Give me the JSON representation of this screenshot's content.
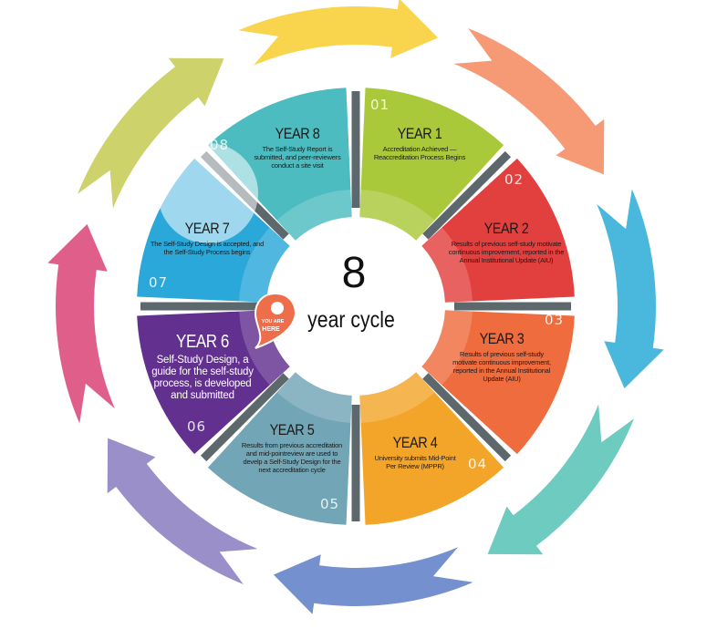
{
  "center": {
    "number": "8",
    "label": "year cycle"
  },
  "pin": {
    "text_line1": "YOU ARE",
    "text_line2": "HERE",
    "color": "#ee6d4a"
  },
  "ring_colors": [
    "#f8d54c",
    "#f59a74",
    "#4ab8dc",
    "#6dcbbf",
    "#7590cf",
    "#9b8fc9",
    "#e05f8a",
    "#cdd26b"
  ],
  "years": [
    {
      "num": "01",
      "title": "YEAR 1",
      "desc": "Accreditation Achieved — Reaccreditation Process Begins",
      "color": "#a9c93a"
    },
    {
      "num": "02",
      "title": "YEAR 2",
      "desc": "Results of previous self-study motivate continuous improvement, reported in the Annual Institutional Update (AIU)",
      "color": "#e2403f"
    },
    {
      "num": "03",
      "title": "YEAR 3",
      "desc": "Results of previous self-study motivate continuous improvement, reported in the Annual Institutional Update (AIU)",
      "color": "#ee6c3e"
    },
    {
      "num": "04",
      "title": "YEAR 4",
      "desc": "University submits Mid-Point Per Review (MPPR)",
      "color": "#f3a52a"
    },
    {
      "num": "05",
      "title": "YEAR 5",
      "desc": "Results from previous accreditation and mid-pointreview are used to develp a Self-Study Design for the next accreditation cycle",
      "color": "#72a5b5"
    },
    {
      "num": "06",
      "title": "YEAR 6",
      "desc": "Self-Study Design, a guide for the self-study process, is developed and submitted",
      "color": "#62308f"
    },
    {
      "num": "07",
      "title": "YEAR 7",
      "desc": "The Self-Study Design is accepted, and the Self-Study Process begins",
      "color": "#2aa8d9"
    },
    {
      "num": "08",
      "title": "YEAR 8",
      "desc": "The Self-Study Report is submitted, and peer-reviewers conduct a site visit",
      "color": "#4dbcc0"
    }
  ]
}
